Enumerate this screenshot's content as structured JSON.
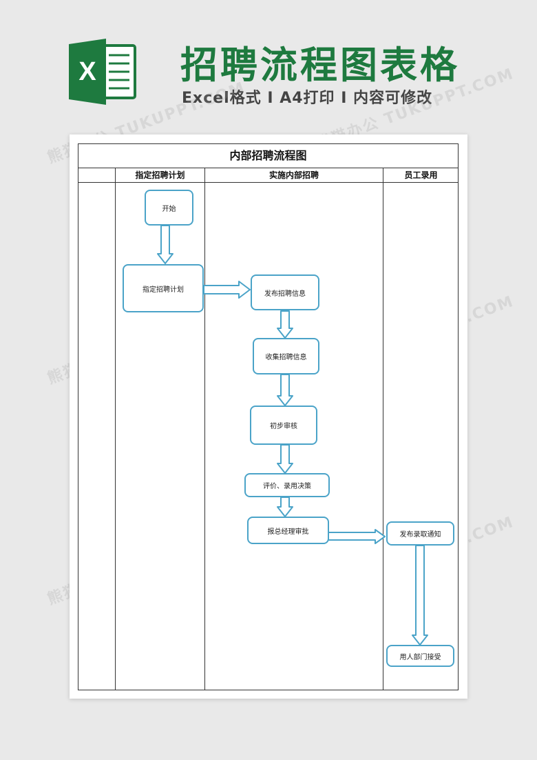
{
  "header": {
    "logo_letter": "X",
    "title": "招聘流程图表格",
    "subtitle": "Excel格式 I A4打印 I 内容可修改"
  },
  "watermark": "熊猫办公 TUKUPPT.COM",
  "sheet": {
    "title": "内部招聘流程图",
    "columns": [
      "指定招聘计划",
      "实施内部招聘",
      "员工录用"
    ],
    "nodes": {
      "start": "开始",
      "plan": "指定招聘计划",
      "publish": "发布招聘信息",
      "collect": "收集招聘信息",
      "review": "初步审核",
      "evaluate": "评价、录用决策",
      "approve": "报总经理审批",
      "notify": "发布录取通知",
      "accept": "用人部门接受"
    }
  },
  "colors": {
    "brand_green": "#1e7a3f",
    "node_border": "#4aa3c8"
  }
}
